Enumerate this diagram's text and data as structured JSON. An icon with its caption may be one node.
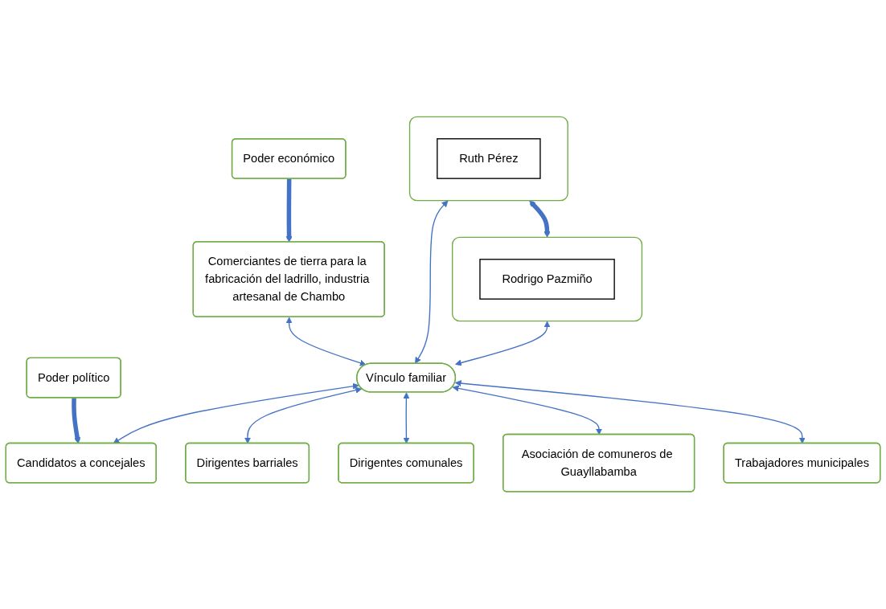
{
  "diagram": {
    "nodes": [
      {
        "text": [],
        "shape": "box"
      },
      {
        "text": [
          "Ruth Pérez"
        ],
        "in": 0
      },
      {
        "text": [],
        "shape": "box"
      },
      {
        "text": [
          "Rodrigo Pazmiño"
        ],
        "in": 2
      },
      {
        "text": [
          "Poder económico"
        ]
      },
      {
        "text": [
          "Poder político"
        ]
      },
      {
        "text": [
          "Comerciantes de tierra para la fabricación del ladrillo, industria artesanal de Chambo"
        ]
      },
      {
        "text": [
          "Vínculo familiar"
        ]
      },
      {
        "text": [
          "Candidatos a concejales"
        ]
      },
      {
        "text": [
          "Dirigentes barriales"
        ]
      },
      {
        "text": [
          "Dirigentes comunales"
        ]
      },
      {
        "text": [
          "Asociación de comuneros de Guayllabamba"
        ]
      },
      {
        "text": [
          "Trabajadores municipales"
        ]
      }
    ],
    "edges": [
      {
        "from": 0,
        "to": 2,
        "arrow": "both",
        "style": "thick"
      },
      {
        "from": 0,
        "to": 7,
        "arrow": "both"
      },
      {
        "from": 2,
        "to": 7,
        "arrow": "both"
      },
      {
        "from": 4,
        "to": 6,
        "arrow": "to",
        "style": "thick"
      },
      {
        "from": 5,
        "to": 8,
        "arrow": "to",
        "style": "thick"
      },
      {
        "from": 6,
        "to": 7,
        "arrow": "both"
      },
      {
        "from": 7,
        "to": 8,
        "arrow": "both"
      },
      {
        "from": 7,
        "to": 9,
        "arrow": "both"
      },
      {
        "from": 7,
        "to": 10,
        "arrow": "both"
      },
      {
        "from": 7,
        "to": 11,
        "arrow": "both"
      },
      {
        "from": 7,
        "to": 12,
        "arrow": "both"
      }
    ]
  }
}
